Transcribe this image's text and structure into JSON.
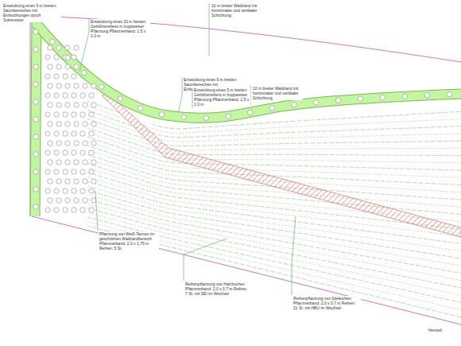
{
  "diagram": {
    "labels": [
      "Entwicklung eines 5 m breiten Saumbereiches mit Einbuchtungen durch Sukzession",
      "10 m breiter Waldrand mit horizontaler und vertikaler Schichtung",
      "Entwicklung eines 20 m breiten Gehölzstreifens in truppweiser Pflanzung Pflanzverband: 1,5 x 1,0 m",
      "Entwicklung eines 5 m breiten Saumbereiches mit Einbuchtungen durch Sukzession",
      "Entwicklung eines 5 m breiten Gehölzstreifens in truppweiser Pflanzung Pflanzverband: 1,5 x 1,0 m",
      "10 m breiter Waldrand mit horizontaler und vertikaler Schichtung",
      "Pflanzung von Weiß-Tannen im geschützten Waldrandbereich Pflanzverband: 2,0 x 1,75 m Reihen: 5 St.",
      "Reihenpflanzung von Hainbuchen Pflanzverband: 2,0 x 0,7 m Reihen: 7 St. mit SEI im Wechsel",
      "Reihenpflanzung von Stieleichen Pflanzverband: 2,0 x 0,7 m Reihen: 21 St. mit HBU im Wechsel",
      "Herstell"
    ]
  }
}
